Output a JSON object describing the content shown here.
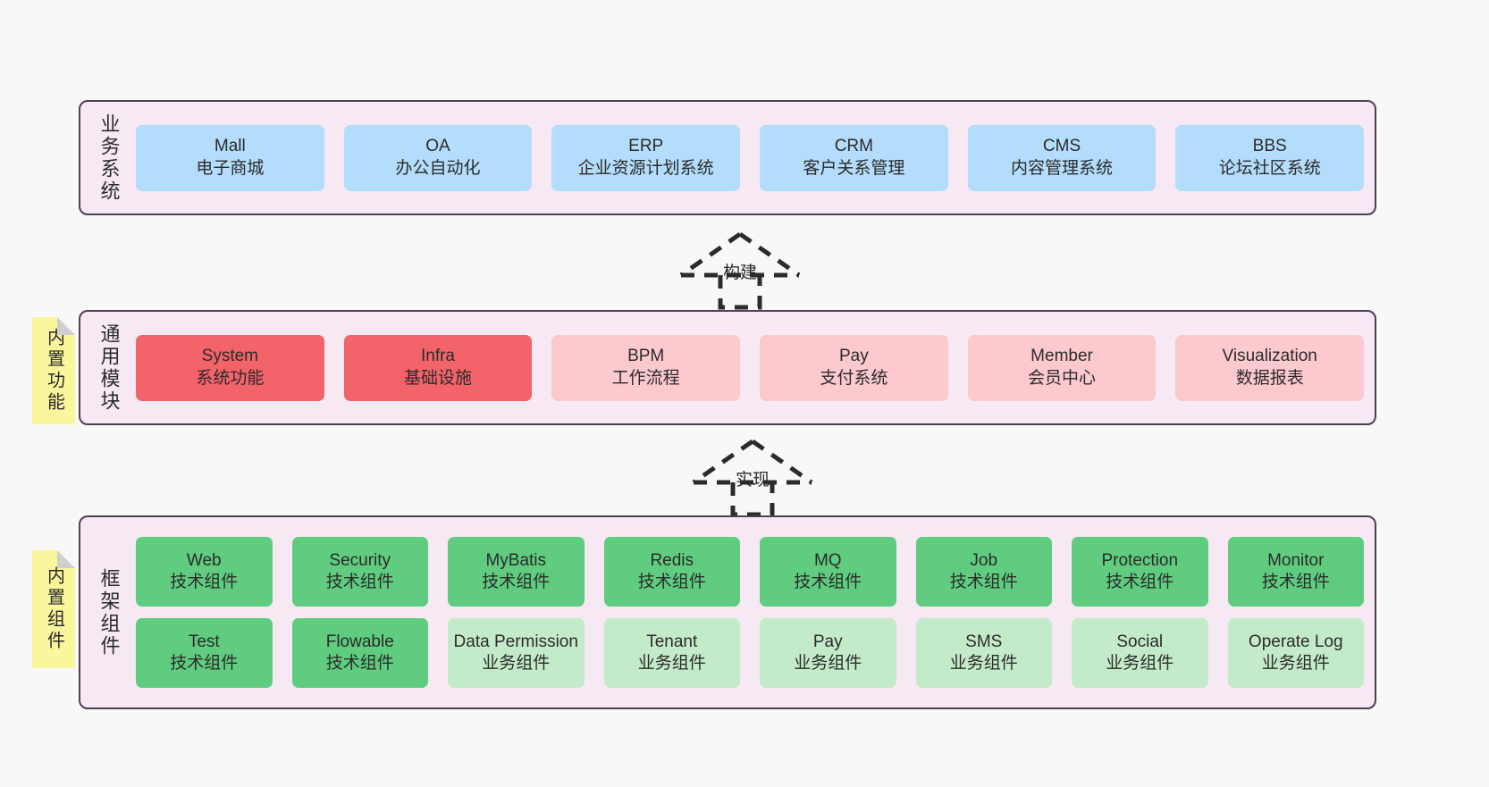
{
  "diagram": {
    "background_color": "#f8f8f8",
    "layer_fill": "#f7e9f3",
    "layer_border": "#4d4052",
    "note_color": "#faf69b"
  },
  "notes": [
    {
      "id": "builtin-function",
      "text": "内置功能"
    },
    {
      "id": "builtin-component",
      "text": "内置组件"
    }
  ],
  "connectors": [
    {
      "id": "build",
      "label": "构建",
      "style": "dashed-hollow-triangle-up"
    },
    {
      "id": "implement",
      "label": "实现",
      "style": "dashed-hollow-triangle-up"
    }
  ],
  "layers": [
    {
      "id": "business",
      "title": "业务系统",
      "accent": "#b3ddfb",
      "rows": [
        [
          {
            "name": "Mall",
            "desc": "电子商城",
            "color": "#b3ddfb"
          },
          {
            "name": "OA",
            "desc": "办公自动化",
            "color": "#b3ddfb"
          },
          {
            "name": "ERP",
            "desc": "企业资源计划系统",
            "color": "#b3ddfb"
          },
          {
            "name": "CRM",
            "desc": "客户关系管理",
            "color": "#b3ddfb"
          },
          {
            "name": "CMS",
            "desc": "内容管理系统",
            "color": "#b3ddfb"
          },
          {
            "name": "BBS",
            "desc": "论坛社区系统",
            "color": "#b3ddfb"
          }
        ]
      ]
    },
    {
      "id": "modules",
      "title": "通用模块",
      "accent": "#f2636a",
      "rows": [
        [
          {
            "name": "System",
            "desc": "系统功能",
            "color": "#f2636a"
          },
          {
            "name": "Infra",
            "desc": "基础设施",
            "color": "#f2636a"
          },
          {
            "name": "BPM",
            "desc": "工作流程",
            "color": "#fcc9cf"
          },
          {
            "name": "Pay",
            "desc": "支付系统",
            "color": "#fcc9cf"
          },
          {
            "name": "Member",
            "desc": "会员中心",
            "color": "#fcc9cf"
          },
          {
            "name": "Visualization",
            "desc": "数据报表",
            "color": "#fcc9cf"
          }
        ]
      ]
    },
    {
      "id": "framework",
      "title": "框架组件",
      "accent": "#5fcc7f",
      "rows": [
        [
          {
            "name": "Web",
            "desc": "技术组件",
            "color": "#5fcc7f"
          },
          {
            "name": "Security",
            "desc": "技术组件",
            "color": "#5fcc7f"
          },
          {
            "name": "MyBatis",
            "desc": "技术组件",
            "color": "#5fcc7f"
          },
          {
            "name": "Redis",
            "desc": "技术组件",
            "color": "#5fcc7f"
          },
          {
            "name": "MQ",
            "desc": "技术组件",
            "color": "#5fcc7f"
          },
          {
            "name": "Job",
            "desc": "技术组件",
            "color": "#5fcc7f"
          },
          {
            "name": "Protection",
            "desc": "技术组件",
            "color": "#5fcc7f"
          },
          {
            "name": "Monitor",
            "desc": "技术组件",
            "color": "#5fcc7f"
          }
        ],
        [
          {
            "name": "Test",
            "desc": "技术组件",
            "color": "#5fcc7f"
          },
          {
            "name": "Flowable",
            "desc": "技术组件",
            "color": "#5fcc7f"
          },
          {
            "name": "Data Permission",
            "desc": "业务组件",
            "color": "#c4ebc9"
          },
          {
            "name": "Tenant",
            "desc": "业务组件",
            "color": "#c4ebc9"
          },
          {
            "name": "Pay",
            "desc": "业务组件",
            "color": "#c4ebc9"
          },
          {
            "name": "SMS",
            "desc": "业务组件",
            "color": "#c4ebc9"
          },
          {
            "name": "Social",
            "desc": "业务组件",
            "color": "#c4ebc9"
          },
          {
            "name": "Operate Log",
            "desc": "业务组件",
            "color": "#c4ebc9"
          }
        ]
      ]
    }
  ]
}
